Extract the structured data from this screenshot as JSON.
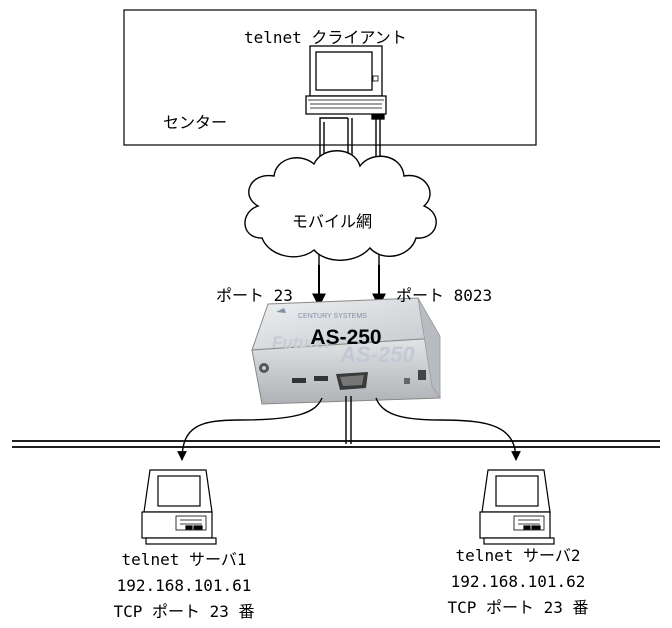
{
  "center": {
    "client_label": "telnet クライアント",
    "center_label": "センター"
  },
  "network": {
    "cloud_label": "モバイル網",
    "port_left": "ポート 23",
    "port_right": "ポート 8023"
  },
  "device": {
    "name": "AS-250",
    "faint_brand": "Futurel",
    "faint_model": "AS-250",
    "faint_maker": "CENTURY SYSTEMS"
  },
  "servers": [
    {
      "name": "telnet サーバ1",
      "ip": "192.168.101.61",
      "port": "TCP ポート 23 番"
    },
    {
      "name": "telnet サーバ2",
      "ip": "192.168.101.62",
      "port": "TCP ポート 23 番"
    }
  ]
}
